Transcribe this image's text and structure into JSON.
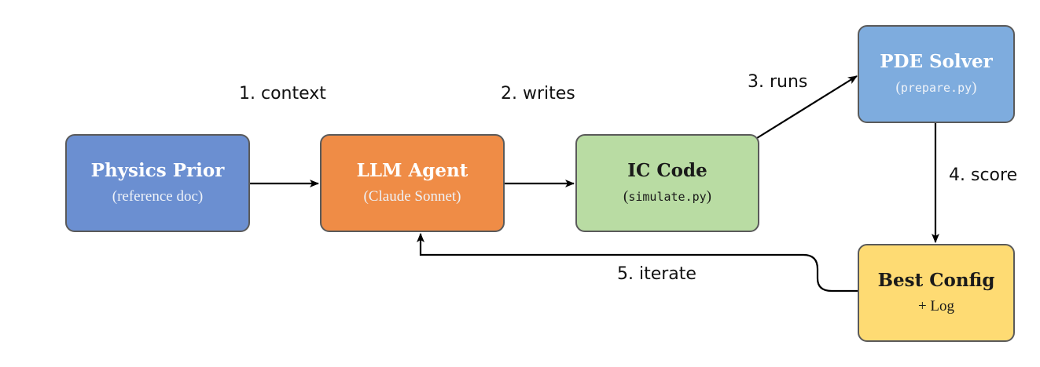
{
  "colors": {
    "physics_prior": "#6b8fd1",
    "llm_agent": "#ef8c46",
    "ic_code": "#b9dca3",
    "pde_solver": "#7eacde",
    "best_config": "#fedb73",
    "border": "#5a5a5a",
    "arrow": "#000000"
  },
  "nodes": {
    "physics_prior": {
      "title": "Physics Prior",
      "subtitle": "(reference doc)"
    },
    "llm_agent": {
      "title": "LLM Agent",
      "subtitle": "(Claude Sonnet)"
    },
    "ic_code": {
      "title": "IC Code",
      "subtitle_open": "(",
      "subtitle_code": "simulate.py",
      "subtitle_close": ")"
    },
    "pde_solver": {
      "title": "PDE Solver",
      "subtitle_open": "(",
      "subtitle_code": "prepare.py",
      "subtitle_close": ")"
    },
    "best_config": {
      "title": "Best Config",
      "subtitle": "+ Log"
    }
  },
  "edges": {
    "context": "1. context",
    "writes": "2. writes",
    "runs": "3. runs",
    "score": "4. score",
    "iterate": "5. iterate"
  }
}
